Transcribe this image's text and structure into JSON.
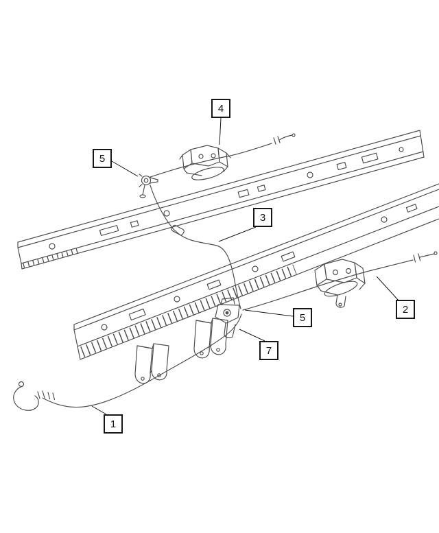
{
  "diagram": {
    "colors": {
      "background": "#ffffff",
      "line": "#4f4f4f",
      "callout_border": "#161616",
      "callout_text": "#111111"
    },
    "callouts": [
      {
        "label": "4"
      },
      {
        "label": "5"
      },
      {
        "label": "3"
      },
      {
        "label": "2"
      },
      {
        "label": "5"
      },
      {
        "label": "7"
      },
      {
        "label": "1"
      }
    ]
  }
}
